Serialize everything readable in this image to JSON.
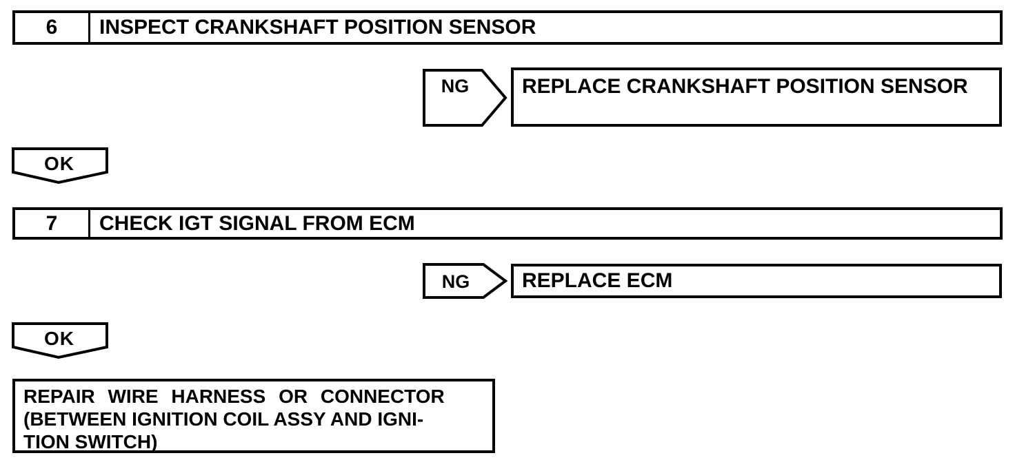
{
  "colors": {
    "line": "#000000",
    "background": "#ffffff"
  },
  "steps": [
    {
      "number": "6",
      "title": "INSPECT CRANKSHAFT POSITION SENSOR",
      "ng_label": "NG",
      "ng_action": "REPLACE CRANKSHAFT POSITION SENSOR",
      "ok_label": "OK"
    },
    {
      "number": "7",
      "title": "CHECK IGT SIGNAL FROM ECM",
      "ng_label": "NG",
      "ng_action": "REPLACE ECM",
      "ok_label": "OK"
    }
  ],
  "final_action": {
    "lines": [
      "REPAIR WIRE HARNESS OR CONNECTOR",
      "(BETWEEN IGNITION COIL ASSY AND IGNI-",
      "TION SWITCH)"
    ]
  }
}
